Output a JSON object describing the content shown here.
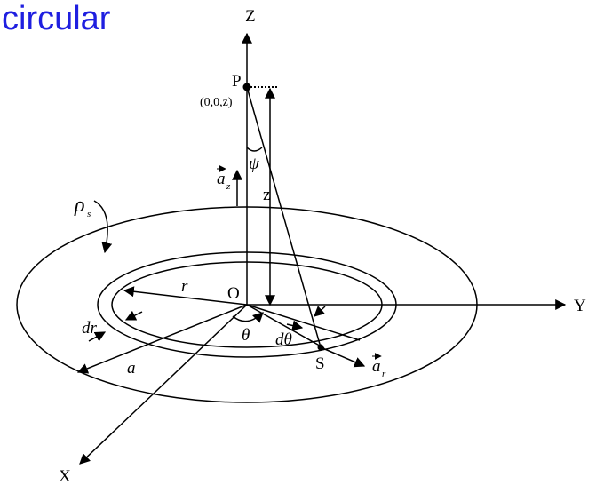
{
  "title": "circular",
  "colors": {
    "title": "#1f1fe0",
    "ink": "#000000"
  },
  "axes": {
    "z": "Z",
    "y": "Y",
    "x": "X"
  },
  "points": {
    "p": "P",
    "p_coords": "(0,0,z)",
    "origin": "O",
    "s": "S"
  },
  "symbols": {
    "psi": "ψ",
    "z_length": "z",
    "a_z_vec": "a",
    "a_z_sub": "z",
    "a_r_vec": "a",
    "a_r_sub": "r",
    "rho": "ρ",
    "rho_sub": "s",
    "r": "r",
    "dr": "dr",
    "a": "a",
    "theta": "θ",
    "dtheta": "dθ"
  }
}
